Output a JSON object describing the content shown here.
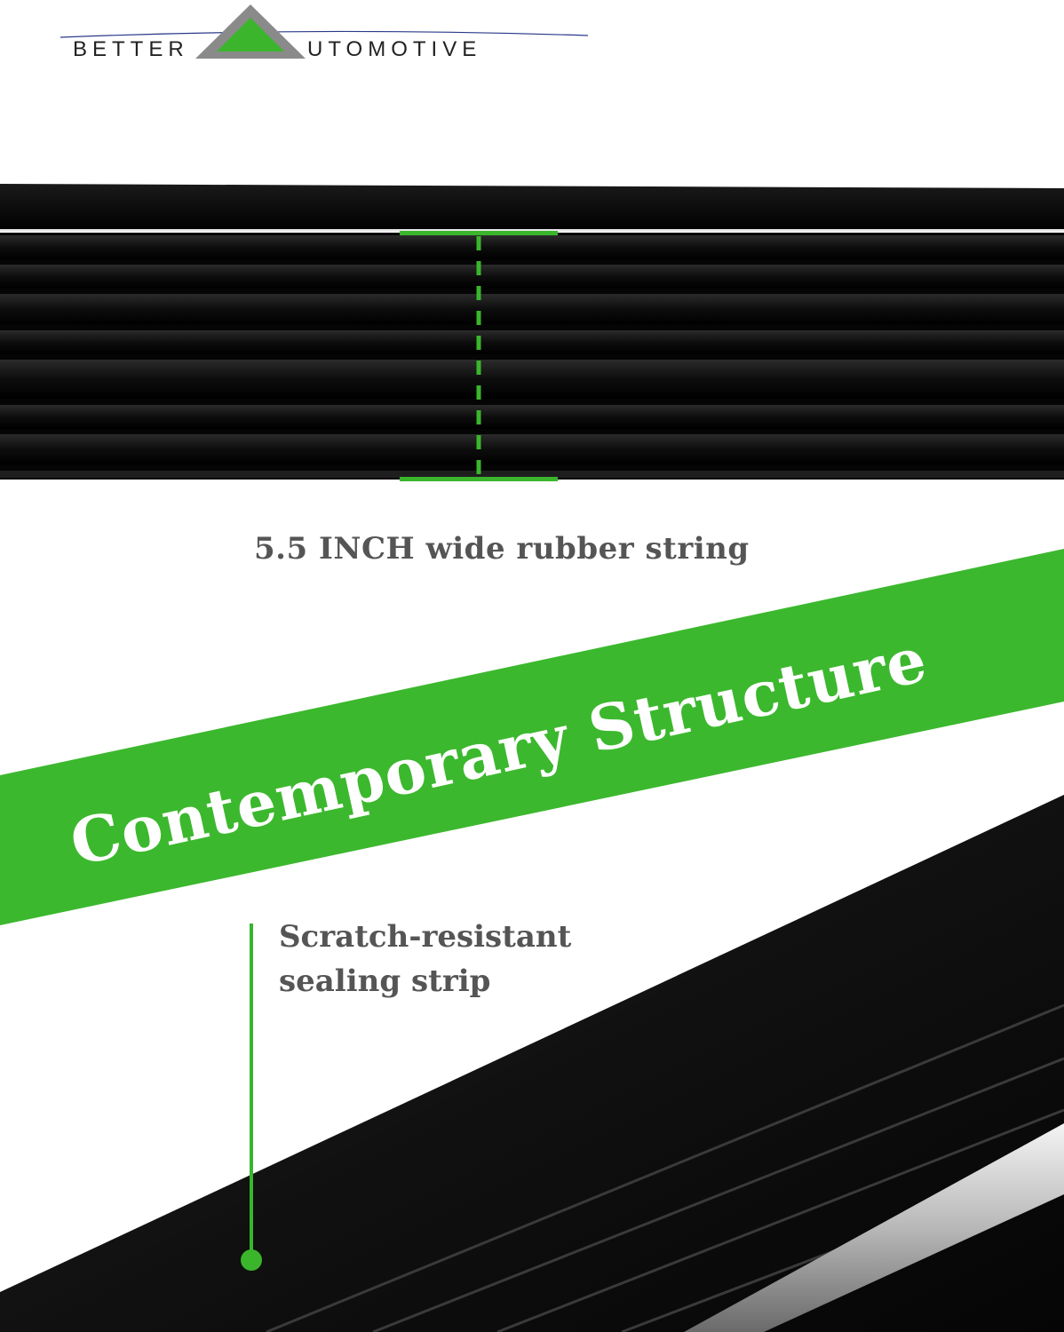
{
  "brand": {
    "word_left": "BETTER",
    "word_right": "UTOMOTIVE",
    "accent": "#3ab52c",
    "mark_gray": "#8a8a8a"
  },
  "measurement": {
    "caption": "5.5 INCH wide rubber string"
  },
  "banner": {
    "title": "Contemporary Structure",
    "color": "#3cb82e"
  },
  "feature": {
    "line1": "Scratch-resistant",
    "line2": "sealing strip"
  }
}
